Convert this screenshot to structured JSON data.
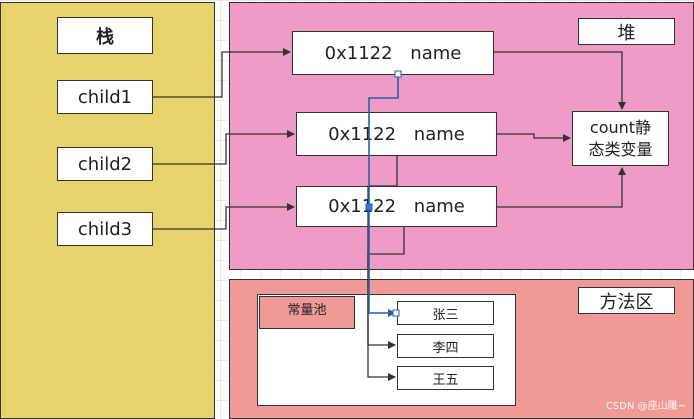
{
  "stack": {
    "title": "栈",
    "children": [
      "child1",
      "child2",
      "child3"
    ]
  },
  "heap": {
    "title": "堆",
    "objects": [
      "0x1122   name",
      "0x1122   name",
      "0x1122   name"
    ],
    "static_var": "count静\n态类变量"
  },
  "method_area": {
    "title": "方法区",
    "constant_pool": {
      "title": "常量池",
      "strings": [
        "张三",
        "李四",
        "王五"
      ]
    }
  },
  "watermark": "CSDN @座山雕~",
  "colors": {
    "stack": "#e6d36c",
    "heap": "#ef9bc8",
    "method_area": "#ef9a96",
    "highlight_line": "#2a5fae"
  }
}
